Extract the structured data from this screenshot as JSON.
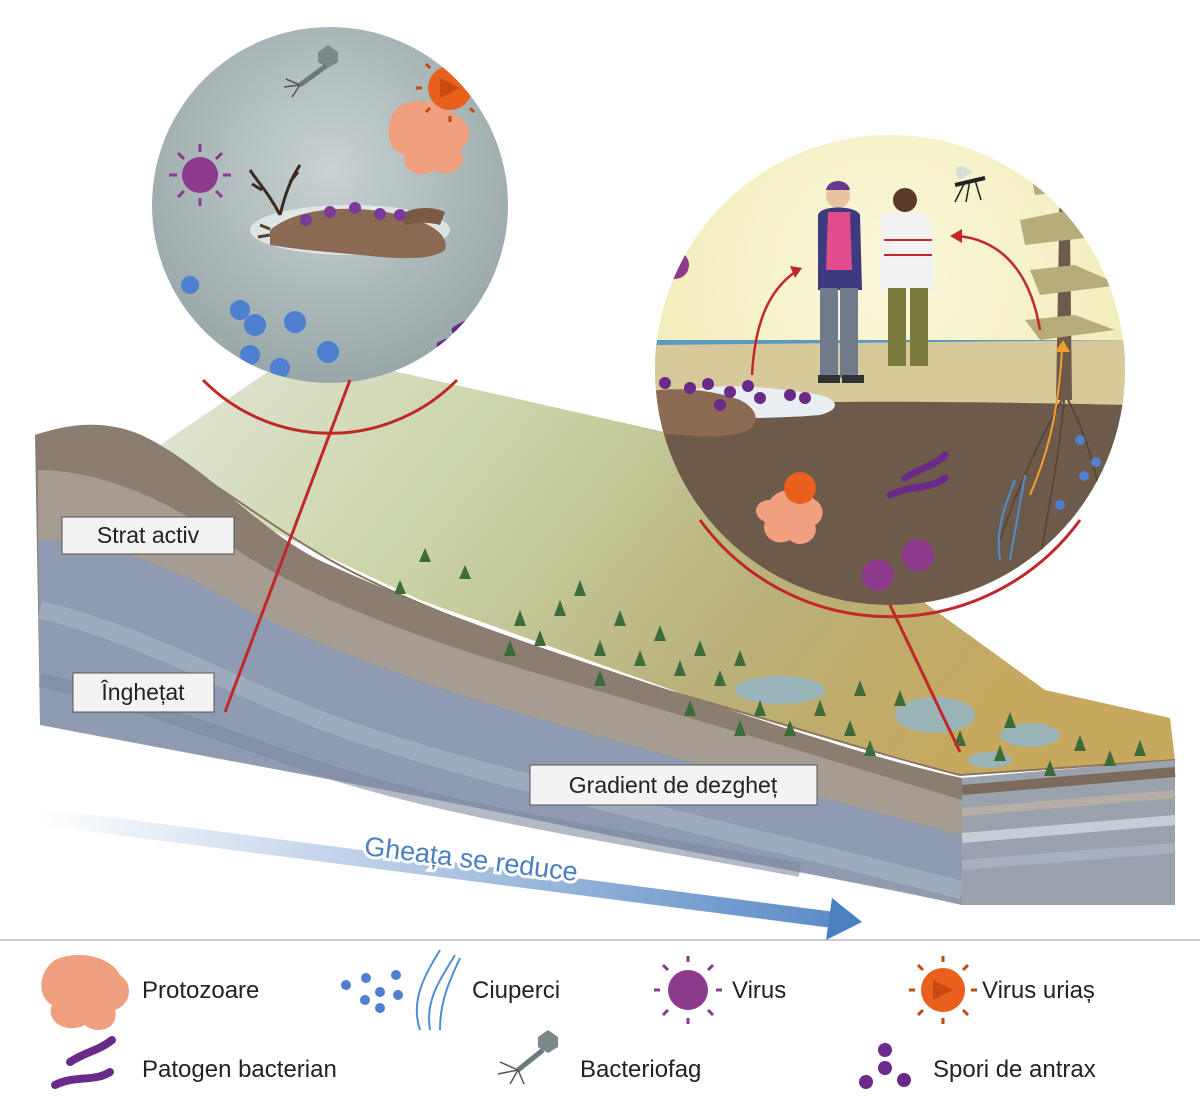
{
  "labels": {
    "active_layer": "Strat activ",
    "frozen": "Înghețat",
    "thaw_gradient": "Gradient de dezgheț",
    "ice_reduces": "Gheața se reduce"
  },
  "legend": {
    "protozoa": "Protozoare",
    "fungi": "Ciuperci",
    "virus": "Virus",
    "giant_virus": "Virus uriaș",
    "bacterial_pathogen": "Patogen bacterian",
    "bacteriophage": "Bacteriofag",
    "anthrax_spores": "Spori de antrax"
  },
  "colors": {
    "permafrost": "#8f9bb0",
    "soil": "#6e5a4a",
    "virus": "#8e3a8c",
    "giant_virus": "#e8601c",
    "protozoa": "#f0a07e",
    "spores_blue": "#4e7fd0",
    "spores_purple": "#6a2a8a",
    "arrow_blue": "#4a7fc0",
    "link_red": "#c0282a"
  }
}
